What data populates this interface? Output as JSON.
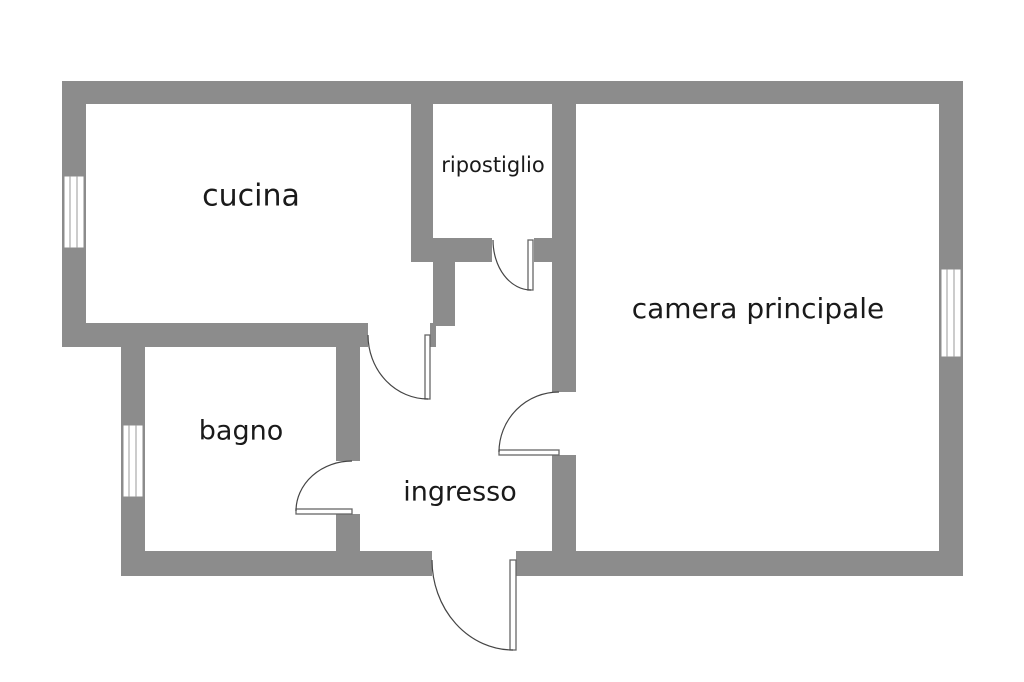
{
  "floorplan": {
    "rooms": {
      "cucina": "cucina",
      "ripostiglio": "ripostiglio",
      "camera": "camera principale",
      "bagno": "bagno",
      "ingresso": "ingresso"
    },
    "colors": {
      "wall": "#8c8c8c",
      "floor": "#ffffff",
      "text": "#1a1a1a",
      "door_line": "#444444"
    }
  }
}
